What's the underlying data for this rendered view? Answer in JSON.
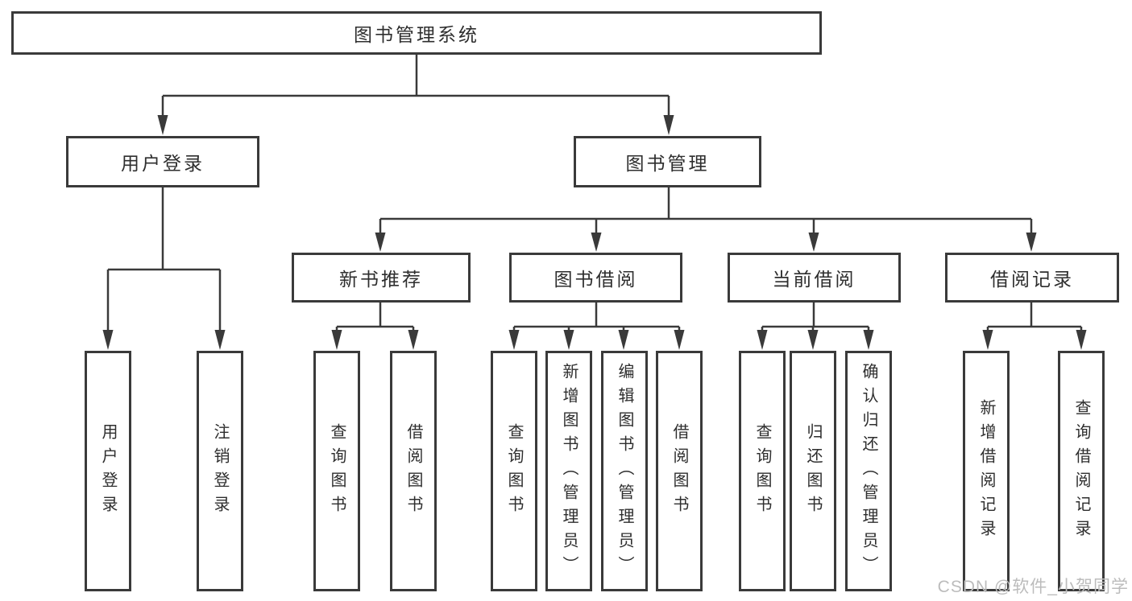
{
  "diagram": {
    "root": {
      "label": "图书管理系统",
      "children": [
        {
          "label": "用户登录",
          "children": [
            {
              "label": "用户登录"
            },
            {
              "label": "注销登录"
            }
          ]
        },
        {
          "label": "图书管理",
          "children": [
            {
              "label": "新书推荐",
              "children": [
                {
                  "label": "查询图书"
                },
                {
                  "label": "借阅图书"
                }
              ]
            },
            {
              "label": "图书借阅",
              "children": [
                {
                  "label": "查询图书"
                },
                {
                  "label": "新增图书（管理员）"
                },
                {
                  "label": "编辑图书（管理员）"
                },
                {
                  "label": "借阅图书"
                }
              ]
            },
            {
              "label": "当前借阅",
              "children": [
                {
                  "label": "查询图书"
                },
                {
                  "label": "归还图书"
                },
                {
                  "label": "确认归还（管理员）"
                }
              ]
            },
            {
              "label": "借阅记录",
              "children": [
                {
                  "label": "新增借阅记录"
                },
                {
                  "label": "查询借阅记录"
                }
              ]
            }
          ]
        }
      ]
    }
  },
  "watermark": {
    "text": "CSDN @软件_小贺同学"
  },
  "colors": {
    "line": "#3a3a3a",
    "text": "#2e2e2e",
    "background": "#ffffff",
    "watermark": "#bcbcbc"
  }
}
